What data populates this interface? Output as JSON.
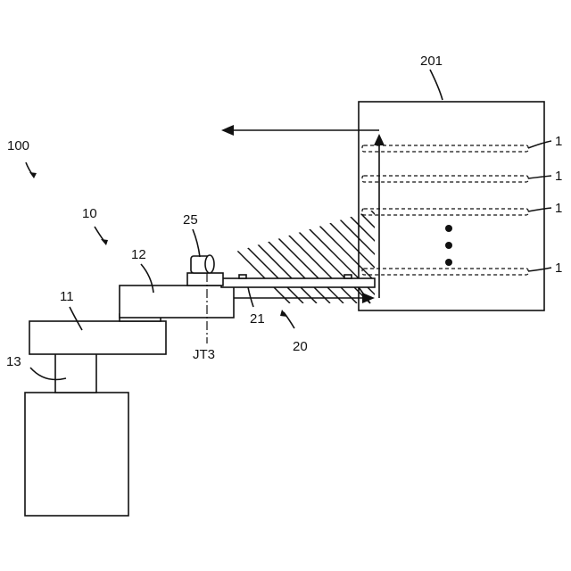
{
  "labels": {
    "system": "100",
    "robot": "10",
    "base": "11",
    "arm": "12",
    "pedestal": "13",
    "camera": "25",
    "axis": "JT3",
    "hand": "21",
    "effector": "20",
    "cassette": "201",
    "wafer": "1"
  },
  "wafer_count_shown": 4,
  "ellipsis_dots": 3
}
